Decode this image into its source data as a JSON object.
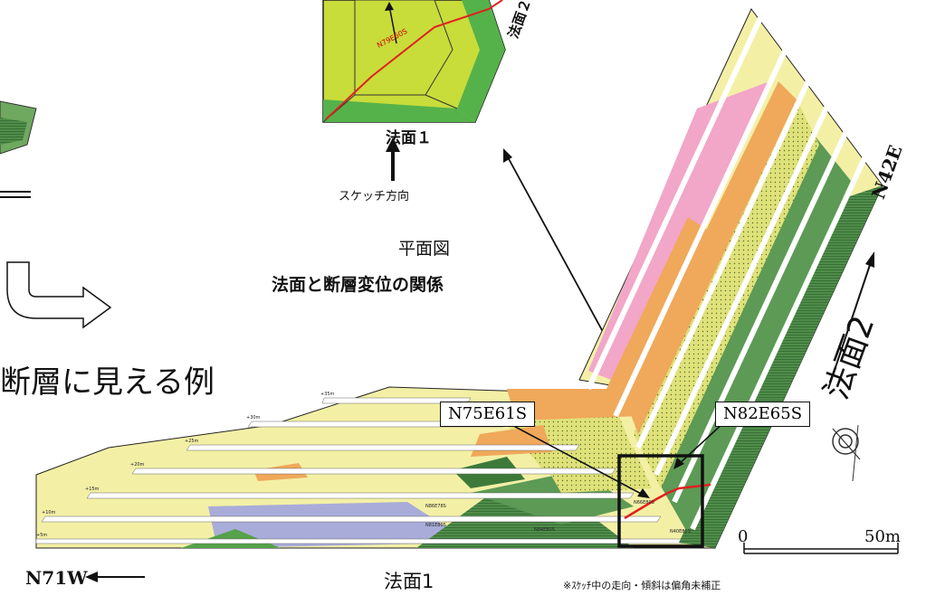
{
  "title_relation": "法面と断層変位の関係",
  "plan_title": "平面図",
  "big_caption": "断層に見える例",
  "sketch_direction": "スケッチ方向",
  "slope1_inset_label": "法面１",
  "slope2_inset_label": "法面２",
  "inset_strike": "N79E60S",
  "label_n75": "N75E61S",
  "label_n82": "N82E65S",
  "dir_n42e": "N42E",
  "slope2_main_label": "法面2",
  "dir_n71w": "N71W",
  "slope1_main_label": "法面1",
  "note": "※ｽｹｯﾁ中の走向・傾斜は偏角未補正",
  "scale_zero": "0",
  "scale_fifty": "50m",
  "elev_labels": [
    "+35m",
    "+30m",
    "+25m",
    "+20m",
    "+15m",
    "+10m",
    "+5m"
  ],
  "small_strikes": [
    "N86E78S",
    "N81E80S",
    "N84E80S",
    "N40E80S",
    "N66E80S"
  ],
  "colors": {
    "pale_yellow": "#f3f0a6",
    "yellow_dotted": "#dfe27a",
    "green": "#5c9a55",
    "dark_green": "#3d7a3a",
    "orange": "#f0a85a",
    "pink": "#f2a6c8",
    "blue": "#a9acd9",
    "fault_red": "#e02020"
  }
}
